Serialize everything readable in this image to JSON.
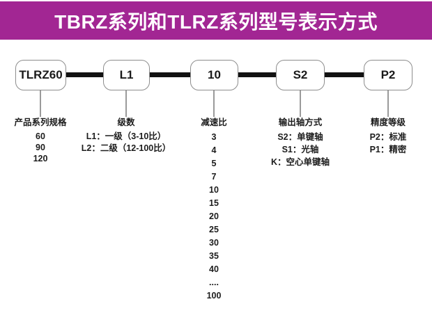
{
  "header": {
    "title": "TBRZ系列和TLRZ系列型号表示方式",
    "bg_color": "#A22693",
    "text_color": "#ffffff"
  },
  "model_boxes": [
    {
      "label": "TLRZ60"
    },
    {
      "label": "L1"
    },
    {
      "label": "10"
    },
    {
      "label": "S2"
    },
    {
      "label": "P2"
    }
  ],
  "columns": [
    {
      "header": "产品系列规格",
      "values": [
        "60",
        "90",
        "120"
      ]
    },
    {
      "header": "级数",
      "values": [
        "L1：一级（3-10比）",
        "L2：二级（12-100比）"
      ]
    },
    {
      "header": "减速比",
      "values": [
        "3",
        "4",
        "5",
        "7",
        "10",
        "15",
        "20",
        "25",
        "30",
        "35",
        "40",
        "....",
        "100"
      ]
    },
    {
      "header": "输出轴方式",
      "values": [
        "S2：单键轴",
        "S1：光轴",
        "K：空心单键轴"
      ]
    },
    {
      "header": "精度等级",
      "values": [
        "P2：标准",
        "P1：精密"
      ]
    }
  ]
}
